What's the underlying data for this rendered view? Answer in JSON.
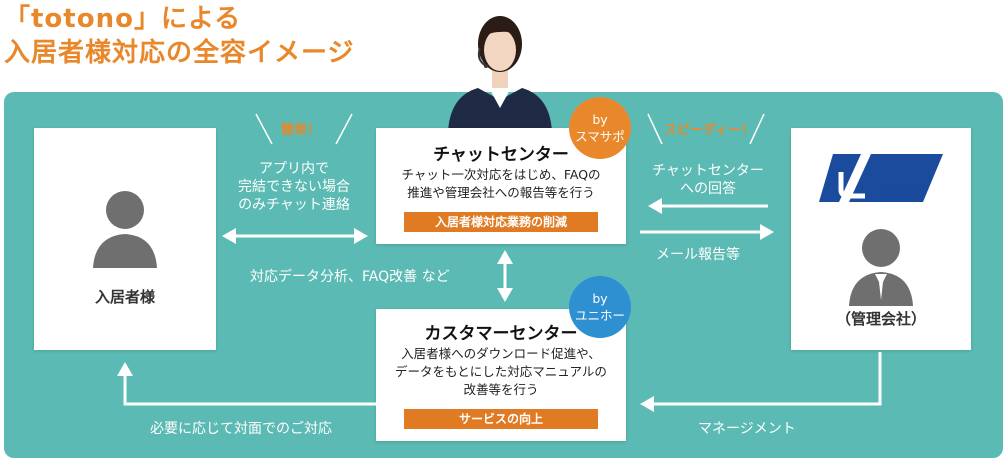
{
  "title": {
    "line1": "「totono」による",
    "line2": "入居者様対応の全容イメージ"
  },
  "resident": {
    "label": "入居者様"
  },
  "management": {
    "label": "（管理会社）",
    "logo_text": "Uniho"
  },
  "chat_center": {
    "title": "チャットセンター",
    "desc_line1": "チャット一次対応をはじめ、FAQの",
    "desc_line2": "推進や管理会社への報告等を行う",
    "bar": "入居者様対応業務の削減",
    "badge_line1": "by",
    "badge_line2": "スマサポ"
  },
  "customer_center": {
    "title": "カスタマーセンター",
    "desc_line1": "入居者様へのダウンロード促進や、",
    "desc_line2": "データをもとにした対応マニュアルの",
    "desc_line3": "改善等を行う",
    "bar": "サービスの向上",
    "badge_line1": "by",
    "badge_line2": "ユニホー"
  },
  "labels": {
    "easy": "簡単！",
    "app_line1": "アプリ内で",
    "app_line2": "完結できない場合",
    "app_line3": "のみチャット連絡",
    "analysis": "対応データ分析、FAQ改善 など",
    "speedy": "スピーディー！",
    "reply_line1": "チャットセンター",
    "reply_line2": "への回答",
    "mail": "メール報告等",
    "face": "必要に応じて対面でのご対応",
    "manage": "マネージメント"
  },
  "colors": {
    "accent": "#e8882b",
    "teal": "#5bbab3",
    "bar": "#e07b24",
    "badge_orange": "#e8882b",
    "badge_blue": "#2e8fd1",
    "logo_blue": "#1a4b9c"
  }
}
